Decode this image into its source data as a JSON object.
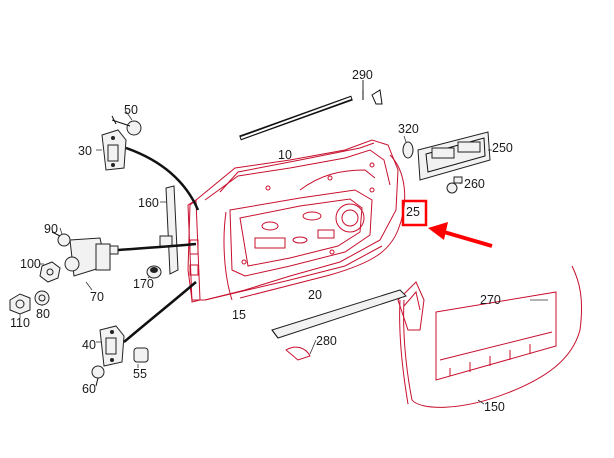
{
  "diagram": {
    "labels": {
      "l290": "290",
      "l10": "10",
      "l320": "320",
      "l250": "250",
      "l260": "260",
      "l25": "25",
      "l50": "50",
      "l30": "30",
      "l160": "160",
      "l90": "90",
      "l100": "100",
      "l70": "70",
      "l110": "110",
      "l80": "80",
      "l170": "170",
      "l20": "20",
      "l15": "15",
      "l270": "270",
      "l280": "280",
      "l40": "40",
      "l55": "55",
      "l60": "60",
      "l150": "150"
    },
    "highlight_color": "#ff0000",
    "part_line_color": "#c8102e"
  }
}
